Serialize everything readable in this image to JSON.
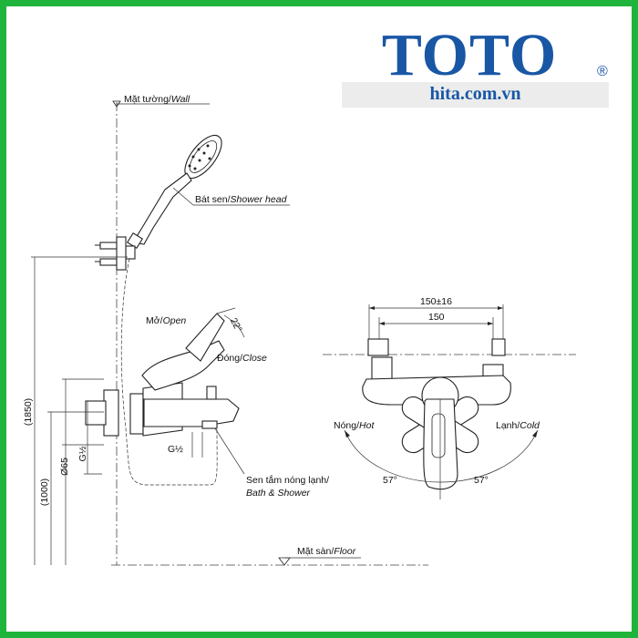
{
  "logo": {
    "brand": "TOTO",
    "registered": "®",
    "website": "hita.com.vn"
  },
  "labels": {
    "wall": "Mặt tường/Wall",
    "shower_head": "Bát sen/Shower head",
    "open": "Mở/Open",
    "angle_22": "22°",
    "close": "Đóng/Close",
    "g_half_1": "G½",
    "g_half_2": "G½",
    "d65": "Ø65",
    "h1850": "(1850)",
    "h1000": "(1000)",
    "bath_shower_1": "Sen tắm nóng lạnh/",
    "bath_shower_2": "Bath & Shower",
    "floor": "Mặt sàn/Floor",
    "dim_150_16": "150±16",
    "dim_150": "150",
    "hot": "Nóng/Hot",
    "cold": "Lạnh/Cold",
    "angle_left": "57°",
    "angle_right": "57°"
  },
  "colors": {
    "border": "#1fb53c",
    "logo": "#1957a5",
    "band": "#ececec"
  }
}
